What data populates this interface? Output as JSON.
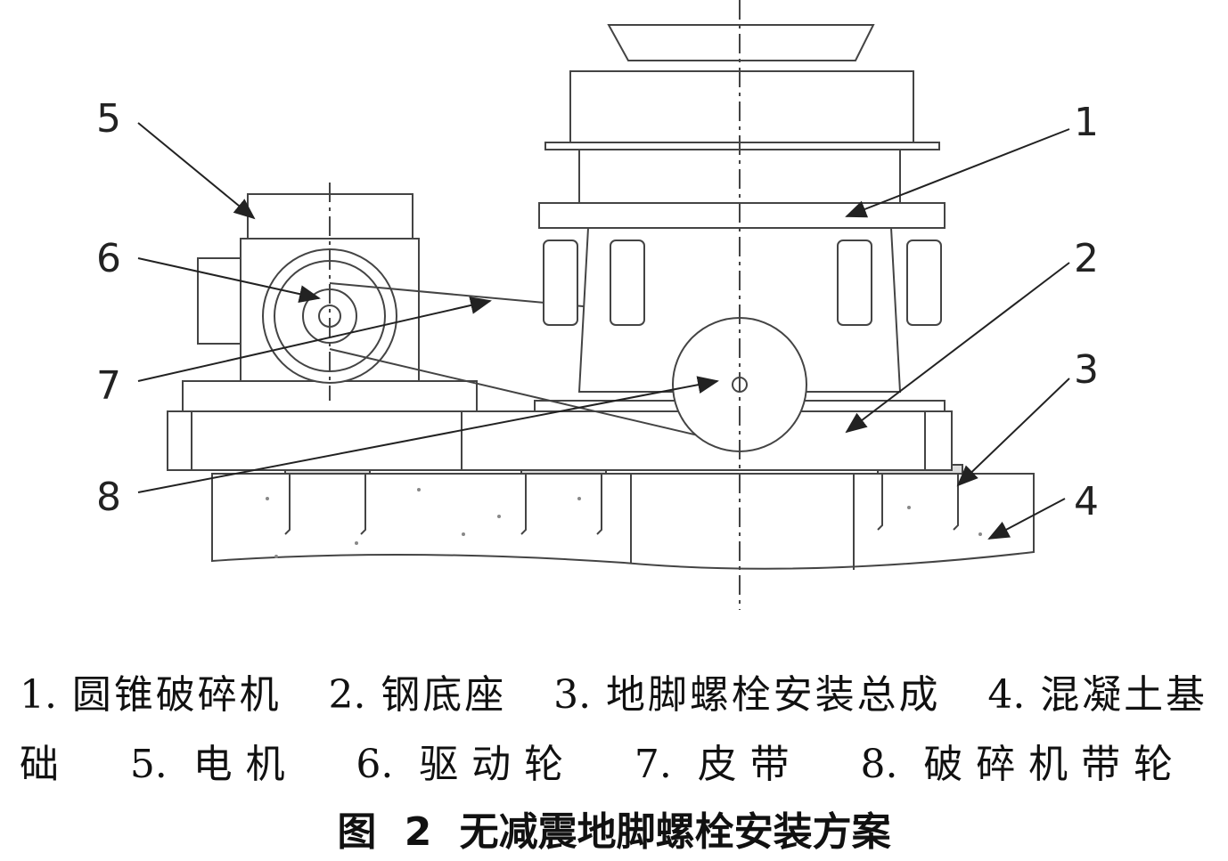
{
  "callouts": [
    "1",
    "2",
    "3",
    "4",
    "5",
    "6",
    "7",
    "8"
  ],
  "legend_items": [
    "1. 圆锥破碎机",
    "2. 钢底座",
    "3. 地脚螺栓安装总成",
    "4. 混凝土基础",
    "5. 电机",
    "6. 驱动轮",
    "7. 皮带",
    "8. 破碎机带轮"
  ],
  "caption": {
    "prefix": "图",
    "number": "2",
    "title": "无减震地脚螺栓安装方案"
  }
}
